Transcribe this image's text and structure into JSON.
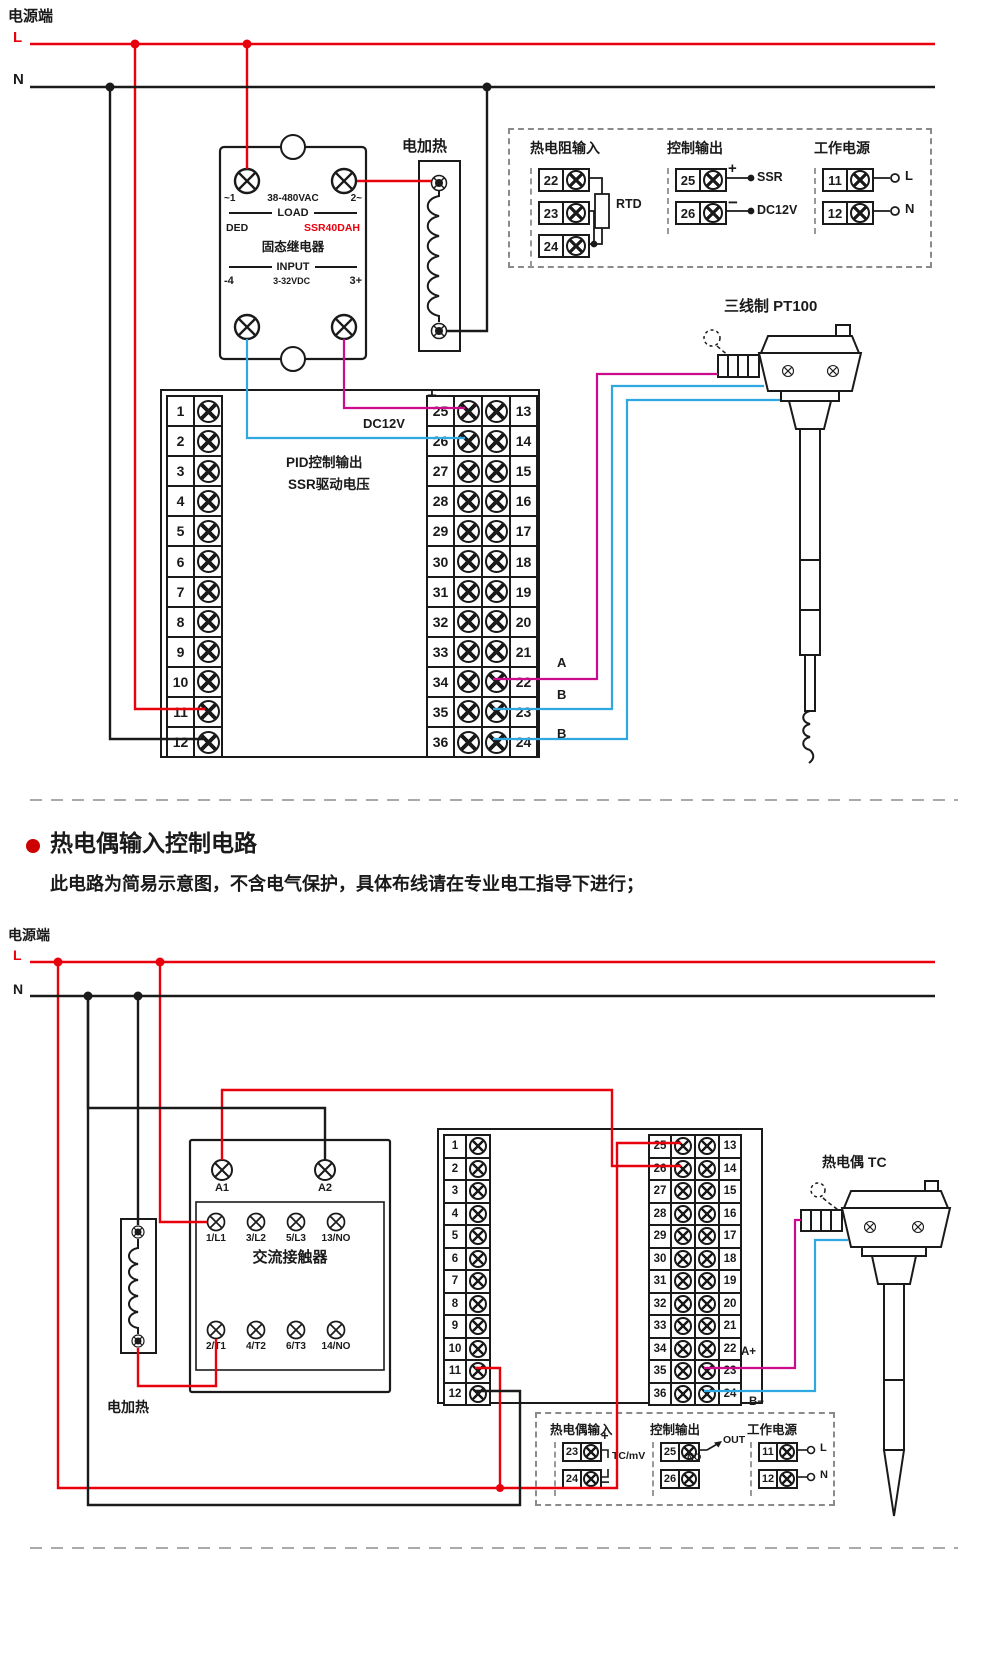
{
  "colors": {
    "red": "#e8000d",
    "black": "#1a1a1a",
    "magenta": "#cc0a8c",
    "cyan": "#2fa8e1"
  },
  "top": {
    "power_label": "电源端",
    "l": "L",
    "n": "N",
    "heater_label": "电加热",
    "ssr": {
      "t_l": "~1",
      "t_m": "38-480VAC",
      "t_r": "2~",
      "load": "LOAD",
      "ded": "DED",
      "model": "SSR40DAH",
      "name": "固态继电器",
      "input": "INPUT",
      "in_l": "-4",
      "in_m": "3-32VDC",
      "in_r": "3+"
    },
    "block_labels": {
      "plus": "+",
      "dc12v": "DC12V",
      "minus": "−",
      "pid1": "PID控制输出",
      "pid2": "SSR驱动电压",
      "wire_a": "A",
      "wire_b1": "B",
      "wire_b2": "B"
    },
    "sensor_label": "三线制 PT100",
    "legend": {
      "rtd_title": "热电阻输入",
      "rtd_terminals": [
        "22",
        "23",
        "24"
      ],
      "rtd_label": "RTD",
      "out_title": "控制输出",
      "out_terminals": [
        "25",
        "26"
      ],
      "out_plus": "+",
      "out_minus": "−",
      "out_ssr": "SSR",
      "out_dc": "DC12V",
      "pwr_title": "工作电源",
      "pwr_terminals": [
        "11",
        "12"
      ],
      "pwr_l": "L",
      "pwr_n": "N"
    }
  },
  "section2": {
    "title": "热电偶输入控制电路",
    "subtitle": "此电路为简易示意图，不含电气保护，具体布线请在专业电工指导下进行；"
  },
  "bottom": {
    "power_label": "电源端",
    "l": "L",
    "n": "N",
    "heater_label": "电加热",
    "contactor": {
      "a1": "A1",
      "a2": "A2",
      "row1": [
        "1/L1",
        "3/L2",
        "5/L3",
        "13/NO"
      ],
      "name": "交流接触器",
      "row2": [
        "2/T1",
        "4/T2",
        "6/T3",
        "14/NO"
      ]
    },
    "wire_a": "A+",
    "wire_b": "B−",
    "sensor_label": "热电偶 TC",
    "legend": {
      "tc_title": "热电偶输入",
      "tc_terminals": [
        "23",
        "24"
      ],
      "tc_plus": "+",
      "tc_minus": "−",
      "tc_label": "TC/mV",
      "out_title": "控制输出",
      "out_terminals": [
        "25",
        "26"
      ],
      "out_no": "NO",
      "out_out": "OUT",
      "pwr_title": "工作电源",
      "pwr_terminals": [
        "11",
        "12"
      ],
      "pwr_l": "L",
      "pwr_n": "N"
    }
  },
  "terminals": {
    "left": [
      "1",
      "2",
      "3",
      "4",
      "5",
      "6",
      "7",
      "8",
      "9",
      "10",
      "11",
      "12"
    ],
    "right": [
      {
        "l": "25",
        "r": "13"
      },
      {
        "l": "26",
        "r": "14"
      },
      {
        "l": "27",
        "r": "15"
      },
      {
        "l": "28",
        "r": "16"
      },
      {
        "l": "29",
        "r": "17"
      },
      {
        "l": "30",
        "r": "18"
      },
      {
        "l": "31",
        "r": "19"
      },
      {
        "l": "32",
        "r": "20"
      },
      {
        "l": "33",
        "r": "21"
      },
      {
        "l": "34",
        "r": "22"
      },
      {
        "l": "35",
        "r": "23"
      },
      {
        "l": "36",
        "r": "24"
      }
    ]
  }
}
